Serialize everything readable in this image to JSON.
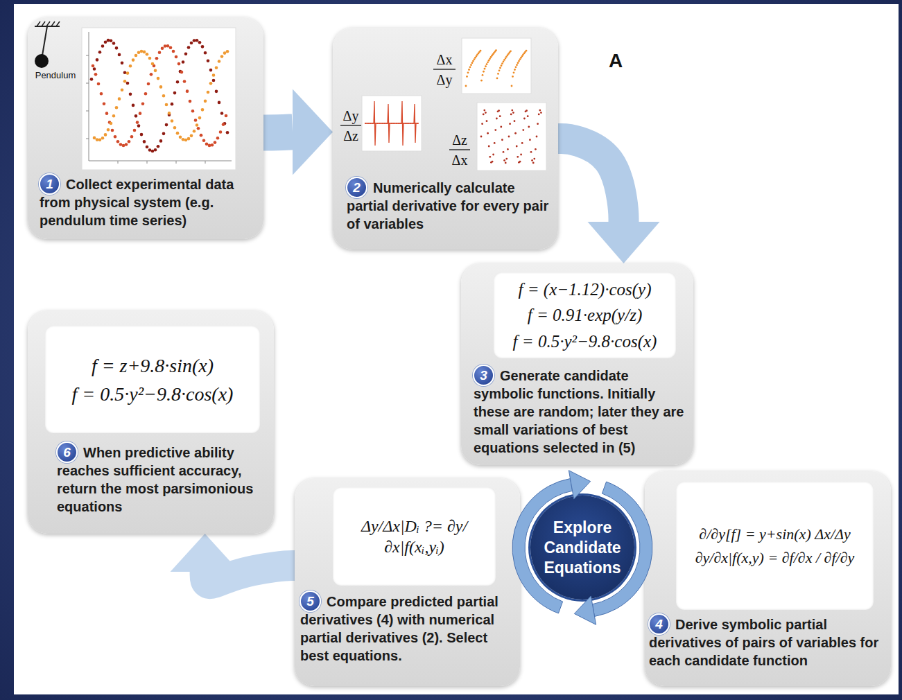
{
  "diagram": {
    "nodes": [
      {
        "text": [
          "Collect experimental data from physical system (e.g. pendulum time series)"
        ]
      },
      {
        "text": [
          "1"
        ],
        "in": 0
      },
      {
        "text": [
          "Numerically calculate partial derivative for every pair of variables"
        ]
      },
      {
        "text": [
          "2"
        ],
        "in": 2
      },
      {
        "text": [
          "Generate candidate symbolic functions. Initially these are random; later they are small variations of best equations selected in (5)"
        ]
      },
      {
        "text": [
          "f = (x−1.12)·cos(y)",
          "f = 0.91·exp(y/z)",
          "f = 0.5·y²−9.8·cos(x)"
        ],
        "in": 4
      },
      {
        "text": [
          "3"
        ],
        "in": 4
      },
      {
        "text": [
          "Derive symbolic partial derivatives of pairs of variables for each candidate function"
        ]
      },
      {
        "text": [
          "∂/∂y[f] = y+sin(x) Δx/Δy",
          "∂y/∂x|f(x,y) = ∂f/∂x / ∂f/∂y"
        ],
        "in": 7
      },
      {
        "text": [
          "4"
        ],
        "in": 7
      },
      {
        "text": [
          "Compare predicted partial derivatives (4) with numerical partial derivatives (2). Select best equations."
        ]
      },
      {
        "text": [
          "Δy/Δx|Dᵢ ?= ∂y/∂x|f(xᵢ,yᵢ)"
        ],
        "in": 10
      },
      {
        "text": [
          "5"
        ],
        "in": 10
      },
      {
        "text": [
          "When predictive ability reaches sufficient accuracy, return the most parsimonious equations"
        ]
      },
      {
        "text": [
          "f = z+9.8·sin(x)",
          "f = 0.5·y²−9.8·cos(x)"
        ],
        "in": 13
      },
      {
        "text": [
          "6"
        ],
        "in": 13
      },
      {
        "text": [
          "Explore Candidate Equations"
        ]
      }
    ],
    "edges": [
      {
        "from": 0,
        "to": 2,
        "arrow": "to"
      },
      {
        "from": 2,
        "to": 4,
        "arrow": "to"
      },
      {
        "from": 10,
        "to": 13,
        "arrow": "to"
      }
    ],
    "labels": [
      "Pendulum",
      "Δx",
      "Δy",
      "Δy",
      "Δz",
      "Δz",
      "Δx",
      "A"
    ]
  }
}
